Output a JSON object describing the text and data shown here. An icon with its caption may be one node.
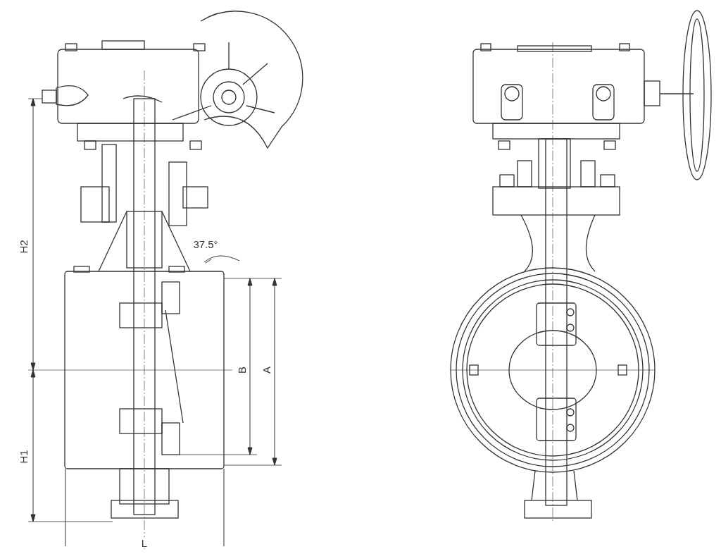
{
  "diagram": {
    "labels": [
      "H2",
      "37.5°",
      "B",
      "A",
      "H1",
      "L"
    ]
  }
}
